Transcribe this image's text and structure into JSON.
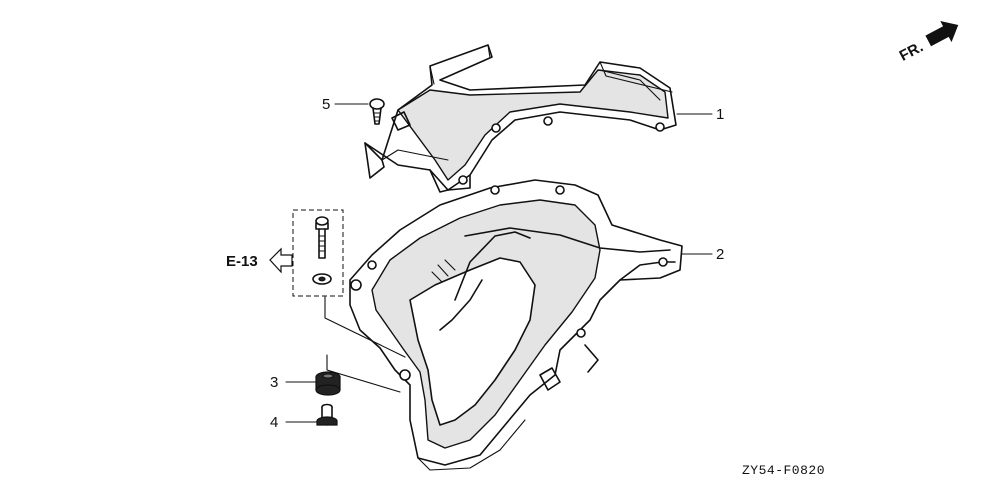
{
  "diagram": {
    "callouts": [
      "1",
      "2",
      "3",
      "4",
      "5"
    ],
    "reference": "E-13",
    "direction": "FR.",
    "drawing_code": "ZY54-F0820"
  }
}
